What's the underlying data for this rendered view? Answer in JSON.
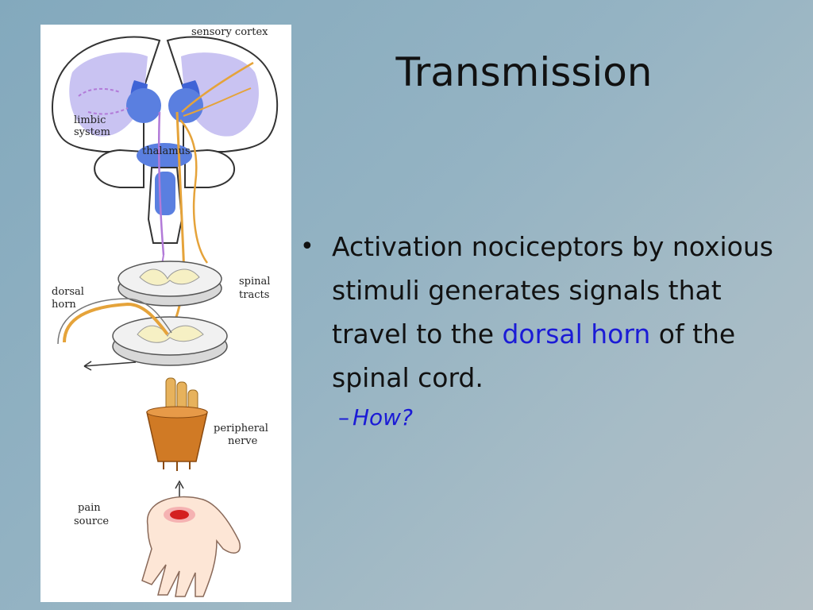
{
  "slide": {
    "title": "Transmission",
    "bullet": {
      "part1": "Activation nociceptors by noxious stimuli generates signals that travel to the ",
      "highlight": "dorsal horn",
      "part2": " of the spinal cord."
    },
    "sub_bullet": "How?"
  },
  "figure": {
    "labels": {
      "sensory_cortex": "sensory cortex",
      "limbic_line1": "limbic",
      "limbic_line2": "system",
      "thalamus": "thalamus",
      "spinal_line1": "spinal",
      "spinal_line2": "tracts",
      "dorsal_line1": "dorsal",
      "dorsal_line2": "horn",
      "peripheral_line1": "peripheral",
      "peripheral_line2": "nerve",
      "pain_line1": "pain",
      "pain_line2": "source"
    }
  },
  "colors": {
    "highlight": "#1b1bd6",
    "pathway_orange": "#e5a33a",
    "pathway_purple": "#b27ad8",
    "brain_blue": "#3f63d6",
    "brain_lavender": "#c9c3f2",
    "nerve_brown": "#c26a1a",
    "pain_red": "#d42020"
  }
}
